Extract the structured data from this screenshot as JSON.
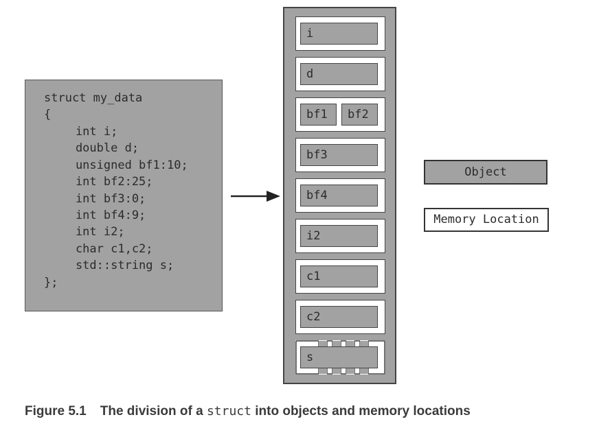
{
  "code": {
    "lines": [
      "struct my_data",
      "{",
      "    int i;",
      "    double d;",
      "    unsigned bf1:10;",
      "    int bf2:25;",
      "    int bf3:0;",
      "    int bf4:9;",
      "    int i2;",
      "    char c1,c2;",
      "    std::string s;",
      "};"
    ]
  },
  "memory": {
    "objects": [
      "i",
      "d",
      "bf1",
      "bf2",
      "bf3",
      "bf4",
      "i2",
      "c1",
      "c2",
      "s"
    ]
  },
  "legend": {
    "object_label": "Object",
    "memory_location_label": "Memory Location"
  },
  "caption": {
    "number": "Figure 5.1",
    "text_before": "The division of a ",
    "code_word": "struct",
    "text_after": " into objects and memory locations"
  },
  "colors": {
    "object_fill": "#a2a2a2",
    "location_fill": "#ffffff",
    "stroke": "#444444"
  }
}
